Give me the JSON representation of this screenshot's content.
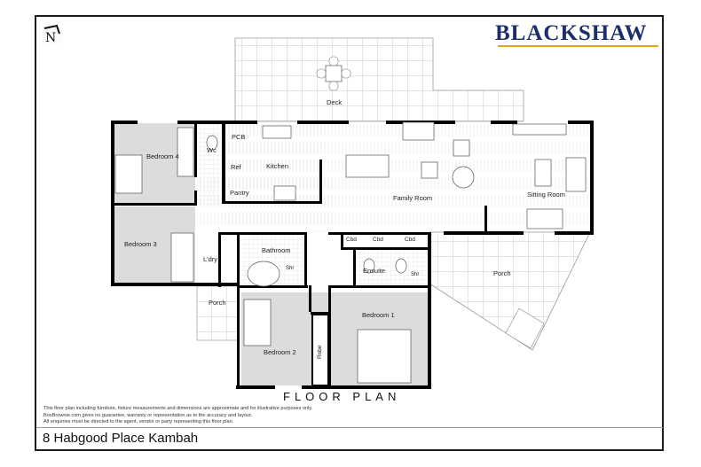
{
  "brand": {
    "name": "BLACKSHAW",
    "color": "#1b2e6b",
    "underline_color": "#e8a21a"
  },
  "compass": {
    "icon": "north-arrow-icon",
    "letter": "N"
  },
  "plan": {
    "title": "FLOOR PLAN",
    "rooms": [
      {
        "id": "deck",
        "label": "Deck"
      },
      {
        "id": "bedroom4",
        "label": "Bedroom 4"
      },
      {
        "id": "wc",
        "label": "Wc"
      },
      {
        "id": "pcb",
        "label": "PCB"
      },
      {
        "id": "ref",
        "label": "Ref"
      },
      {
        "id": "kitchen",
        "label": "Kitchen"
      },
      {
        "id": "pantry",
        "label": "Pantry"
      },
      {
        "id": "family",
        "label": "Family Room"
      },
      {
        "id": "sitting",
        "label": "Sitting Room"
      },
      {
        "id": "bedroom3",
        "label": "Bedroom 3"
      },
      {
        "id": "ldry",
        "label": "L'dry"
      },
      {
        "id": "bathroom",
        "label": "Bathroom"
      },
      {
        "id": "bath_shr",
        "label": "Shr"
      },
      {
        "id": "cbd1",
        "label": "Cbd"
      },
      {
        "id": "cbd2",
        "label": "Cbd"
      },
      {
        "id": "cbd3",
        "label": "Cbd"
      },
      {
        "id": "ensuite",
        "label": "Ensuite"
      },
      {
        "id": "ens_shr",
        "label": "Shr"
      },
      {
        "id": "porch_east",
        "label": "Porch"
      },
      {
        "id": "porch_west",
        "label": "Porch"
      },
      {
        "id": "bedroom1",
        "label": "Bedroom 1"
      },
      {
        "id": "bedroom2",
        "label": "Bedroom 2"
      },
      {
        "id": "robe",
        "label": "Robe"
      }
    ]
  },
  "disclaimer": {
    "lines": [
      "This floor plan including furniture, fixture measurements and dimensions are approximate and for illustrative purposes only.",
      "BoxBrownie.com gives no guarantee, warranty or representation as to the accuracy and layout.",
      "All enquiries must be directed to the agent, vendor or party representing this floor plan."
    ]
  },
  "address": "8 Habgood Place Kambah"
}
